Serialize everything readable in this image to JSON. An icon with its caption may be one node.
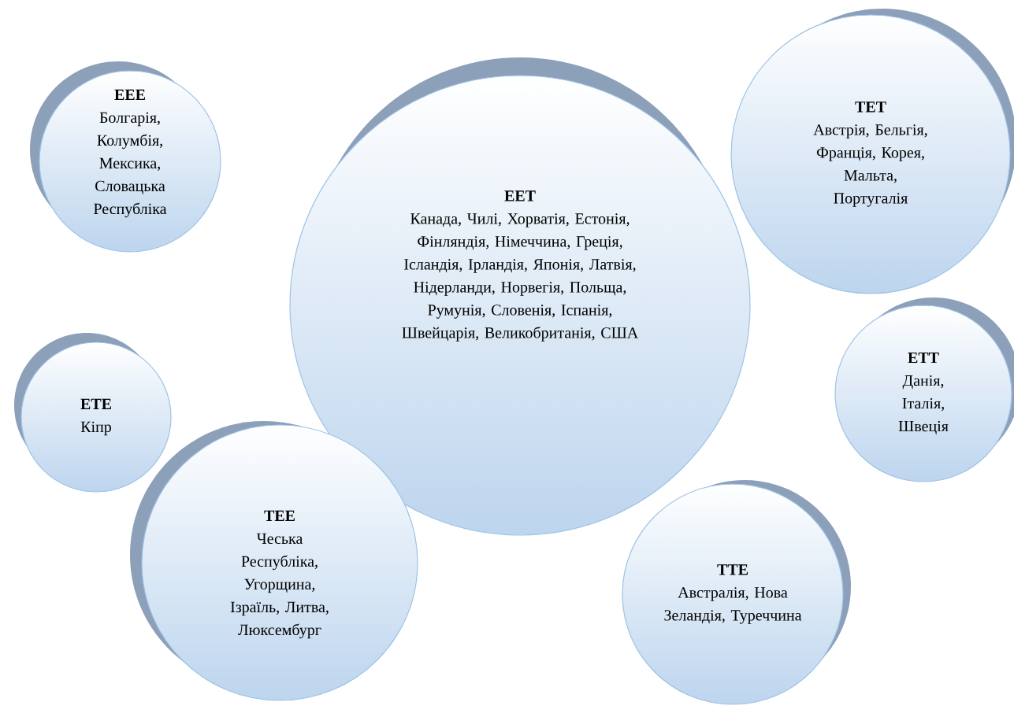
{
  "diagram": {
    "nodes": [
      {
        "text": [
          "EEE",
          "Болгарія, Колумбія, Мексика, Словацька Республіка"
        ]
      },
      {
        "text": [
          "EET",
          "Канада, Чилі, Хорватія, Естонія, Фінляндія, Німеччина, Греція, Ісландія, Ірландія, Японія, Латвія, Нідерланди, Норвегія, Польща, Румунія, Словенія, Іспанія, Швейцарія, Великобританія, США"
        ]
      },
      {
        "text": [
          "TET",
          "Австрія, Бельгія, Франція, Корея, Мальта, Португалія"
        ]
      },
      {
        "text": [
          "ETE",
          "Кіпр"
        ]
      },
      {
        "text": [
          "ETT",
          "Данія, Італія, Швеція"
        ]
      },
      {
        "text": [
          "TEE",
          "Чеська Республіка, Угорщина, Ізраїль, Литва, Люксембург"
        ]
      },
      {
        "text": [
          "TTE",
          "Австралія, Нова Зеландія, Туреччина"
        ]
      }
    ]
  }
}
